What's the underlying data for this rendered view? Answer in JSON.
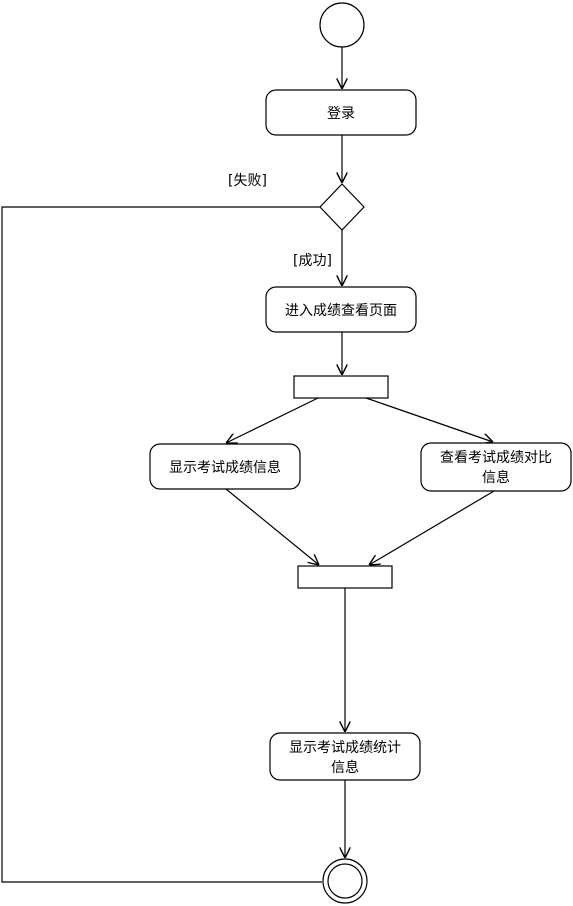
{
  "diagram": {
    "login": "登录",
    "guard_fail": "[失败]",
    "guard_success": "[成功]",
    "enter_page": "进入成绩查看页面",
    "show_scores": "显示考试成绩信息",
    "compare_scores": [
      "查看考试成绩对比",
      "信息"
    ],
    "show_stats": [
      "显示考试成绩统计",
      "信息"
    ]
  }
}
